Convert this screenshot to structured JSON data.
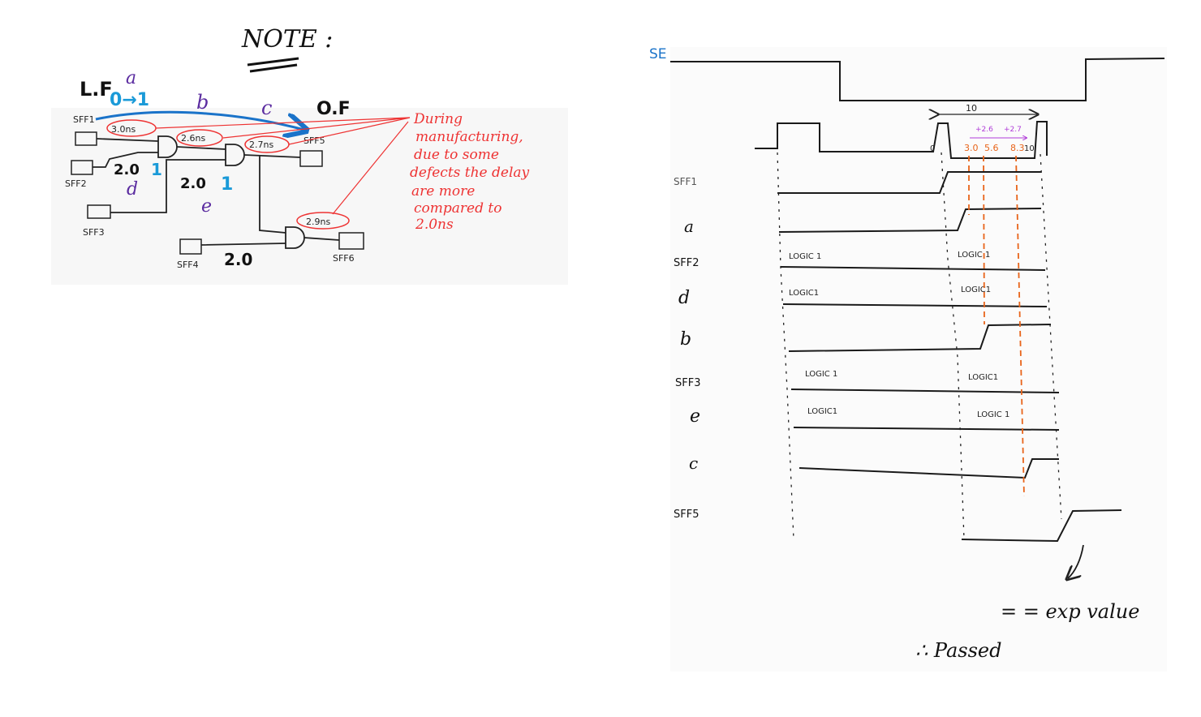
{
  "note": {
    "title": "NOTE :",
    "launch_label": "L.F",
    "observe_label": "O.F",
    "transition_label": "0→1",
    "nodes": {
      "a": "a",
      "b": "b",
      "c": "c",
      "d": "d",
      "e": "e"
    },
    "flops": [
      "SFF1",
      "SFF2",
      "SFF3",
      "SFF4",
      "SFF5",
      "SFF6"
    ],
    "delays": [
      "3.0ns",
      "2.6ns",
      "2.7ns",
      "2.9ns"
    ],
    "input_values": [
      "2.0",
      "2.0",
      "2.0"
    ],
    "input_bits": [
      "1",
      "1"
    ],
    "annotation": [
      "During",
      "manufacturing,",
      "due to some",
      "defects the delay",
      "are more",
      "compared to",
      "2.0ns"
    ]
  },
  "timing": {
    "se_label": "SE",
    "period_label": "10",
    "clock_marks": {
      "start": "0",
      "end": "10"
    },
    "delay_steps": [
      "+2.6",
      "+2.7"
    ],
    "arrival_times": [
      "3.0",
      "5.6",
      "8.3"
    ],
    "signals": [
      "SFF1",
      "a",
      "SFF2",
      "d",
      "b",
      "SFF3",
      "e",
      "c",
      "SFF5"
    ],
    "logic_labels": {
      "sff2_left": "LOGIC 1",
      "sff2_right": "LOGIC 1",
      "d_left": "LOGIC1",
      "d_right": "LOGIC1",
      "sff3_left": "LOGIC 1",
      "sff3_right": "LOGIC1",
      "e_left": "LOGIC1",
      "e_right": "LOGIC 1"
    },
    "result_line": "= = exp value",
    "conclusion": "∴ Passed"
  }
}
